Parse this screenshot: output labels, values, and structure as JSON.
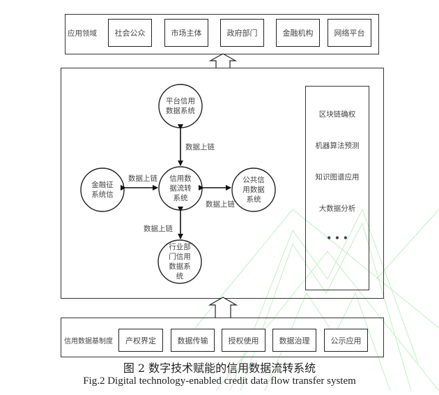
{
  "top_layer": {
    "label": "应用领域",
    "items": [
      "社会公众",
      "市场主体",
      "政府部门",
      "金融机构",
      "网络平台"
    ]
  },
  "middle_layer": {
    "center_node": "信用数\n据流转\n系统",
    "nodes": {
      "top": "平台信用\n数据系统",
      "left": "金融征\n系统信",
      "right": "公共信\n用数据\n系统",
      "bottom": "行业部\n门信用\n数据系\n统"
    },
    "edge_labels": {
      "top": "数据上链",
      "left": "数据上链",
      "right": "数据上链",
      "bottom": "数据上链"
    },
    "tech_panel": [
      "区块链确权",
      "机器算法预测",
      "知识图谱应用",
      "大数据分析",
      "• • •"
    ]
  },
  "bottom_layer": {
    "label": "信用数据基制度",
    "items": [
      "产权界定",
      "数据传输",
      "授权使用",
      "数据治理",
      "公示应用"
    ]
  },
  "caption": {
    "cn": "图 2  数字技术赋能的信用数据流转系统",
    "en": "Fig.2 Digital technology-enabled credit data flow transfer system"
  }
}
